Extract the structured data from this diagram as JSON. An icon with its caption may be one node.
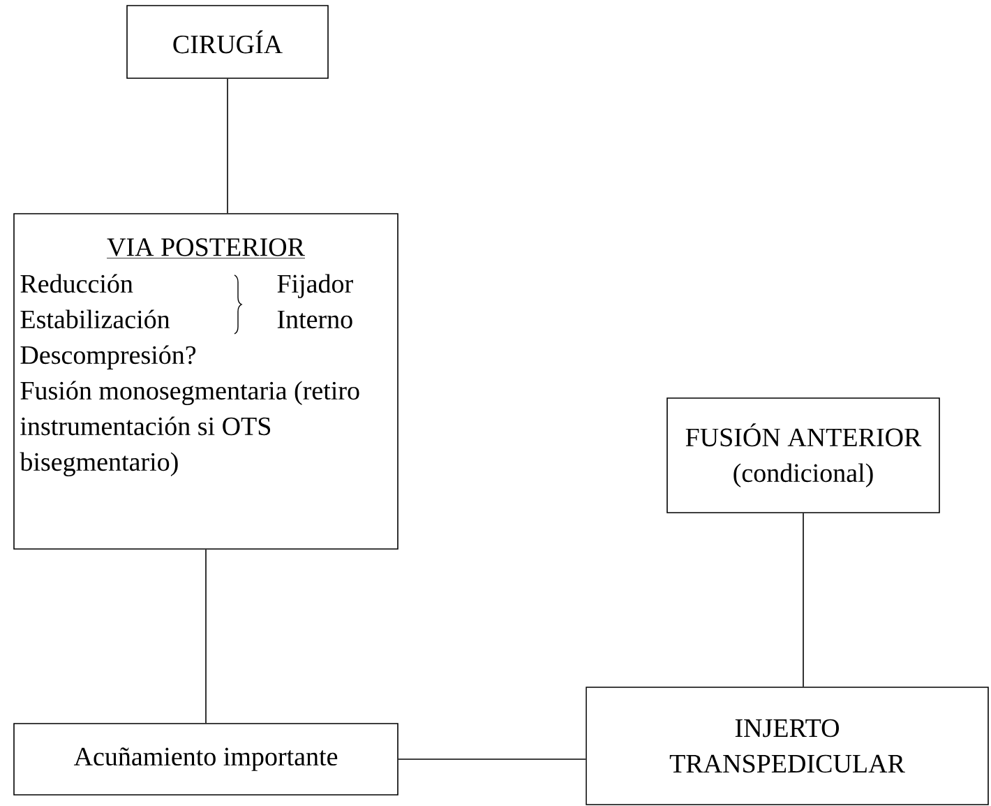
{
  "diagram": {
    "nodes": [
      {
        "text": [
          "CIRUGÍA"
        ]
      },
      {
        "text": [
          "VIA POSTERIOR",
          "Reducción",
          "Estabilización",
          "Fijador Interno",
          "Descompresión?",
          "Fusión monosegmentaria (retiro instrumentación si OTS bisegmentario)"
        ]
      },
      {
        "text": [
          "FUSIÓN ANTERIOR",
          "(condicional)"
        ]
      },
      {
        "text": [
          "Acuñamiento importante"
        ]
      },
      {
        "text": [
          "INJERTO TRANSPEDICULAR"
        ]
      }
    ],
    "edges": [
      {
        "from": 0,
        "to": 1,
        "arrow": "none"
      },
      {
        "from": 1,
        "to": 3,
        "arrow": "none"
      },
      {
        "from": 3,
        "to": 4,
        "arrow": "none"
      },
      {
        "from": 2,
        "to": 4,
        "arrow": "none"
      }
    ]
  }
}
